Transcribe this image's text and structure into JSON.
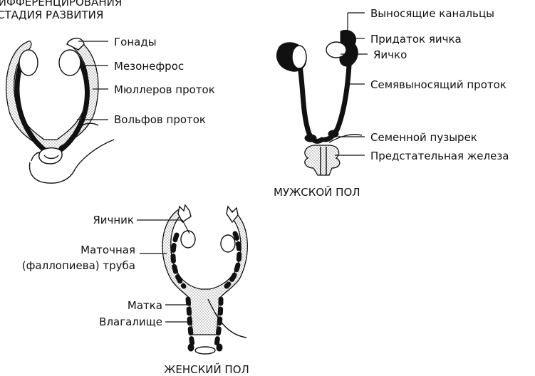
{
  "header": {
    "line1": "ДИФФЕРЕНЦИРОВАНИЯ",
    "line2": "СТАДИЯ РАЗВИТИЯ"
  },
  "indifferent": {
    "labels": {
      "gonads": "Гонады",
      "mesonephros": "Мезонефрос",
      "mullerian_duct": "Мюллеров проток",
      "wolffian_duct": "Вольфов проток"
    }
  },
  "male": {
    "caption": "МУЖСКОЙ ПОЛ",
    "labels": {
      "efferent_ducts": "Выносящие канальцы",
      "epididymis": "Придаток яичка",
      "testis": "Яичко",
      "vas_deferens": "Семявыносящий проток",
      "seminal_vesicle": "Семенной пузырек",
      "prostate": "Предстательная железа"
    }
  },
  "female": {
    "caption": "ЖЕНСКИЙ ПОЛ",
    "labels": {
      "ovary": "Яичник",
      "fallopian_line1": "Маточная",
      "fallopian_line2": "(фаллопиева) труба",
      "uterus": "Матка",
      "vagina": "Влагалище"
    }
  }
}
